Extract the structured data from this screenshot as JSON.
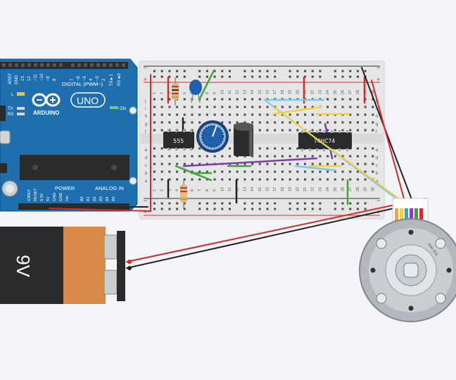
{
  "canvas": {
    "background": "#f2f4f7"
  },
  "arduino": {
    "brand": "ARDUINO",
    "model": "UNO",
    "digital_label": "DIGITAL (PWM~)",
    "power_label": "POWER",
    "analog_label": "ANALOG IN",
    "on_label": "ON",
    "tx_label": "TX",
    "rx_label": "RX",
    "l_label": "L",
    "top_pins": [
      "AREF",
      "GND",
      "13",
      "12",
      "~11",
      "~10",
      "~9",
      "8",
      "7",
      "~6",
      "~5",
      "4",
      "~3",
      "2",
      "TX►1",
      "RX◄0"
    ],
    "bottom_pins": [
      "IOREF",
      "RESET",
      "3.3V",
      "5V",
      "GND",
      "GND",
      "Vin",
      "A0",
      "A1",
      "A2",
      "A3",
      "A4",
      "A5"
    ],
    "board_color": "#1f6fae"
  },
  "breadboard": {
    "columns_top": [
      "1",
      "2",
      "3",
      "4",
      "5",
      "6",
      "7",
      "8",
      "9",
      "10",
      "11",
      "12",
      "13",
      "14",
      "15",
      "16",
      "17",
      "18",
      "19",
      "20",
      "21",
      "22",
      "23",
      "24",
      "25",
      "26",
      "27",
      "28",
      "29",
      "30"
    ],
    "row_letters_upper": [
      "j",
      "i",
      "h",
      "g",
      "f"
    ],
    "row_letters_lower": [
      "e",
      "d",
      "c",
      "b",
      "a"
    ],
    "rail_plus": "+",
    "rail_minus": "−"
  },
  "components": {
    "timer_chip": "555",
    "flipflop_chip": "74HC74",
    "battery_label": "9V",
    "motor_label": "ooo 811"
  },
  "colors": {
    "wire_red": "#d62a2a",
    "wire_black": "#222222",
    "wire_green": "#3fa535",
    "wire_yellow": "#f2d23a",
    "wire_cyan": "#7fc7e6",
    "wire_purple": "#7b3fa8"
  }
}
